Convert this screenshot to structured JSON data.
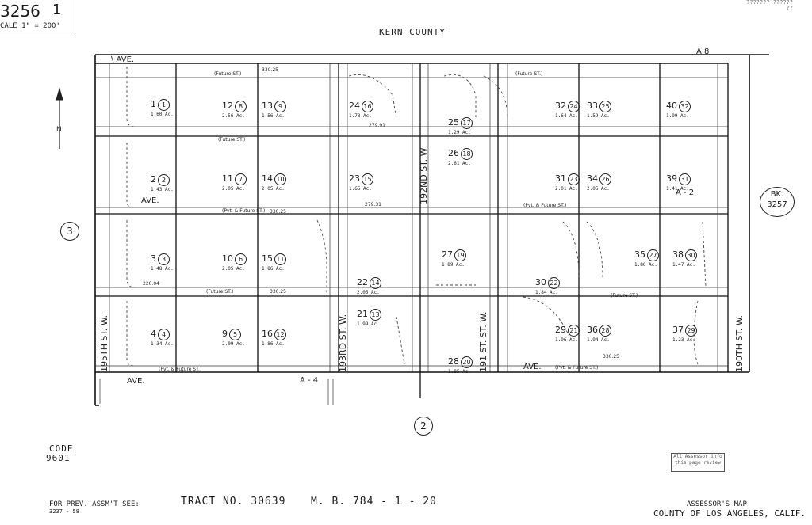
{
  "header": {
    "book_number": "3256",
    "page_number": "1",
    "scale": "CALE 1\" = 200'",
    "county_top": "KERN  COUNTY",
    "corner_note": "??????? ?????? ??"
  },
  "map": {
    "sheet_circle": "3",
    "bottom_circle": "2",
    "adjacent_book": {
      "label": "BK.",
      "number": "3257"
    },
    "roads": {
      "top_left": "\\ AVE.",
      "top_right": "A  8",
      "mid_ave": "AVE.",
      "a2": "A - 2",
      "bottom_left": "AVE.",
      "a4": "A - 4",
      "bottom_right": "AVE.",
      "st_195": "195TH ST. W.",
      "st_192": "192ND ST. W",
      "st_193": "193RD ST. W.",
      "st_191": "191 ST. ST. W.",
      "st_190": "190TH ST. W.",
      "future_st": "(Future   ST.)",
      "future_st2": "(Pvt. & Future ST.)"
    },
    "lots": [
      {
        "num": "1",
        "circle": "1",
        "acres": "1.60 Ac."
      },
      {
        "num": "2",
        "circle": "2",
        "acres": "1.43 Ac."
      },
      {
        "num": "3",
        "circle": "3",
        "acres": "1.48 Ac."
      },
      {
        "num": "4",
        "circle": "4",
        "acres": "1.34 Ac."
      },
      {
        "num": "12",
        "circle": "8",
        "acres": "2.56 Ac."
      },
      {
        "num": "13",
        "circle": "9",
        "acres": "1.56 Ac."
      },
      {
        "num": "11",
        "circle": "7",
        "acres": "2.05 Ac."
      },
      {
        "num": "14",
        "circle": "10",
        "acres": "2.05 Ac."
      },
      {
        "num": "10",
        "circle": "6",
        "acres": "2.05 Ac."
      },
      {
        "num": "15",
        "circle": "11",
        "acres": "1.86 Ac."
      },
      {
        "num": "9",
        "circle": "5",
        "acres": "2.09 Ac."
      },
      {
        "num": "16",
        "circle": "12",
        "acres": "1.86 Ac."
      },
      {
        "num": "24",
        "circle": "16",
        "acres": "1.78 Ac."
      },
      {
        "num": "23",
        "circle": "15",
        "acres": "1.65 Ac."
      },
      {
        "num": "22",
        "circle": "14",
        "acres": "2.05 Ac."
      },
      {
        "num": "21",
        "circle": "13",
        "acres": "1.99 Ac."
      },
      {
        "num": "25",
        "circle": "17",
        "acres": "1.29 Ac."
      },
      {
        "num": "26",
        "circle": "18",
        "acres": "2.61 Ac."
      },
      {
        "num": "27",
        "circle": "19",
        "acres": "1.89 Ac."
      },
      {
        "num": "28",
        "circle": "20",
        "acres": "1.85 Ac."
      },
      {
        "num": "32",
        "circle": "24",
        "acres": "1.64 Ac."
      },
      {
        "num": "31",
        "circle": "23",
        "acres": "2.01 Ac."
      },
      {
        "num": "30",
        "circle": "22",
        "acres": "1.84 Ac."
      },
      {
        "num": "29",
        "circle": "21",
        "acres": "1.96 Ac."
      },
      {
        "num": "33",
        "circle": "25",
        "acres": "1.59 Ac."
      },
      {
        "num": "34",
        "circle": "26",
        "acres": "2.05 Ac."
      },
      {
        "num": "35",
        "circle": "27",
        "acres": "1.86 Ac."
      },
      {
        "num": "36",
        "circle": "28",
        "acres": "1.94 Ac."
      },
      {
        "num": "40",
        "circle": "32",
        "acres": "1.99 Ac."
      },
      {
        "num": "39",
        "circle": "31",
        "acres": "1.41 Ac."
      },
      {
        "num": "38",
        "circle": "30",
        "acres": "1.47 Ac."
      },
      {
        "num": "37",
        "circle": "29",
        "acres": "1.23 Ac."
      }
    ],
    "dimensions": [
      "330.25",
      "330.25",
      "330.25",
      "330.25",
      "279.91",
      "279.31",
      "220.04"
    ]
  },
  "footer": {
    "code_label": "CODE",
    "code_value": "9601",
    "prev_label": "FOR PREV. ASSM'T SEE:",
    "prev_value": "3237 - 58",
    "tract": "TRACT   NO. 30639",
    "mb": "M. B. 784 - 1 - 20",
    "assessor_1": "ASSESSOR'S MAP",
    "assessor_2": "COUNTY OF LOS ANGELES, CALIF.",
    "stamp_1": "All Assessor info",
    "stamp_2": "this page review"
  }
}
